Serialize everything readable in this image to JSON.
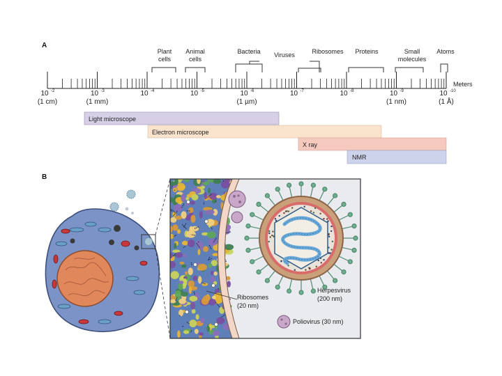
{
  "panel_a": {
    "letter": "A",
    "unit_label": "Meters",
    "objects": [
      {
        "id": "plant",
        "lines": [
          "Plant",
          "cells"
        ]
      },
      {
        "id": "animal",
        "lines": [
          "Animal",
          "cells"
        ]
      },
      {
        "id": "bacteria",
        "lines": [
          "Bacteria"
        ]
      },
      {
        "id": "viruses",
        "lines": [
          "Viruses"
        ]
      },
      {
        "id": "ribosomes",
        "lines": [
          "Ribosomes"
        ]
      },
      {
        "id": "proteins",
        "lines": [
          "Proteins"
        ]
      },
      {
        "id": "smallmol",
        "lines": [
          "Small",
          "molecules"
        ]
      },
      {
        "id": "atoms",
        "lines": [
          "Atoms"
        ]
      }
    ],
    "scale": [
      {
        "base": "10",
        "exp": "-2",
        "equiv": "(1 cm)"
      },
      {
        "base": "10",
        "exp": "-3",
        "equiv": "(1 mm)"
      },
      {
        "base": "10",
        "exp": "-4",
        "equiv": ""
      },
      {
        "base": "10",
        "exp": "-5",
        "equiv": ""
      },
      {
        "base": "10",
        "exp": "-6",
        "equiv": "(1 µm)"
      },
      {
        "base": "10",
        "exp": "-7",
        "equiv": ""
      },
      {
        "base": "10",
        "exp": "-8",
        "equiv": ""
      },
      {
        "base": "10",
        "exp": "-9",
        "equiv": "(1 nm)"
      },
      {
        "base": "10",
        "exp": "-10",
        "equiv": "(1 Å)"
      }
    ],
    "methods": [
      {
        "id": "light",
        "label": "Light microscope",
        "color": "#d6cfe6"
      },
      {
        "id": "electron",
        "label": "Electron microscope",
        "color": "#f9e3cc"
      },
      {
        "id": "xray",
        "label": "X ray",
        "color": "#f6c9bf"
      },
      {
        "id": "nmr",
        "label": "NMR",
        "color": "#cdd3ea"
      }
    ]
  },
  "panel_b": {
    "letter": "B",
    "labels": {
      "ribosomes": [
        "Ribosomes",
        "(20 nm)"
      ],
      "herpes": [
        "Herpesvirus",
        "(200 nm)"
      ],
      "polio": "Poliovirus (30 nm)"
    },
    "colors": {
      "cell": "#7b93c7",
      "nucleus": "#e0875c",
      "cytoplasm_bg": "#5e7fb8",
      "membrane": "#f2d7c6",
      "virus_shell": "#c9a07a",
      "capsid": "#6aa8d8",
      "spike": "#6fae8f"
    }
  }
}
